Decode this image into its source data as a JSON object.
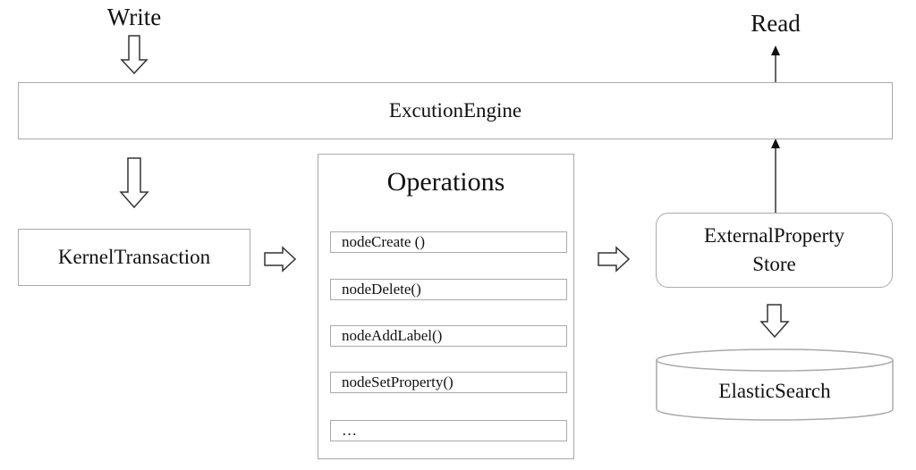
{
  "labels": {
    "write": "Write",
    "read": "Read",
    "engine": "ExcutionEngine",
    "kernel": "KernelTransaction",
    "operations_title": "Operations",
    "external_line1": "ExternalProperty",
    "external_line2": "Store",
    "elastic": "ElasticSearch"
  },
  "operations": [
    "nodeCreate ()",
    "nodeDelete()",
    "nodeAddLabel()",
    "nodeSetProperty()",
    "…"
  ]
}
